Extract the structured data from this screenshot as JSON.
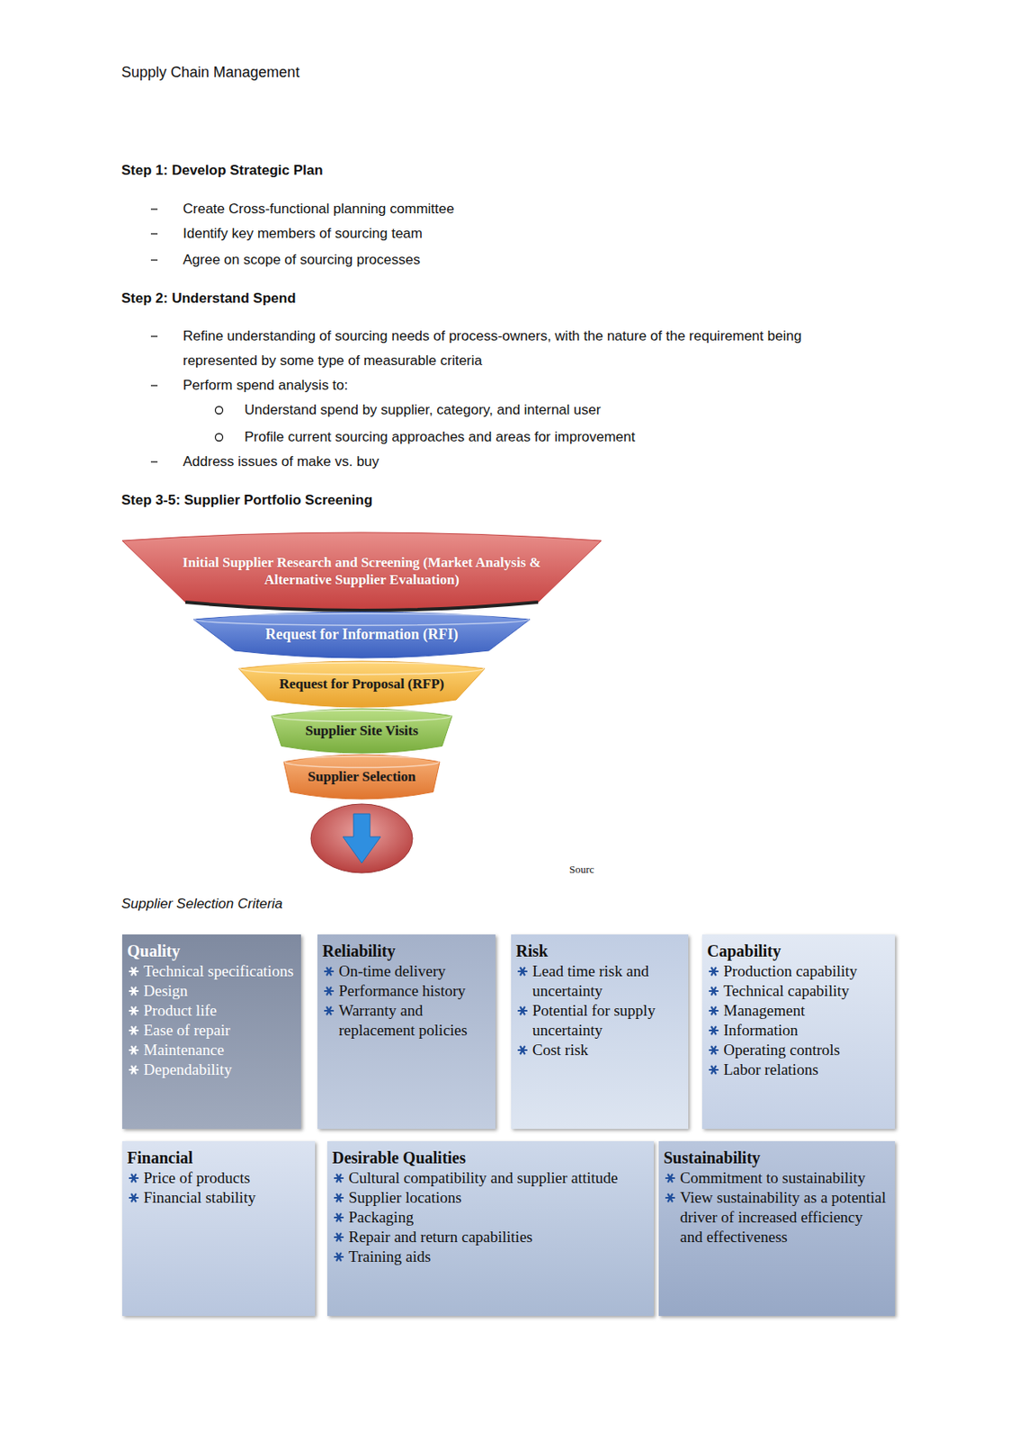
{
  "diagram": {
    "title": "Supply Chain Management",
    "nodes": [
      {
        "text": [
          "Initial Supplier Research and Screening (Market Analysis & Alternative Supplier Evaluation)"
        ]
      },
      {
        "text": [
          "Request for Information (RFI)"
        ]
      },
      {
        "text": [
          "Request for Proposal (RFP)"
        ]
      },
      {
        "text": [
          "Supplier Site Visits"
        ]
      },
      {
        "text": [
          "Supplier Selection"
        ]
      },
      {
        "text": [
          "Quality",
          "Technical specifications",
          "Design",
          "Product life",
          "Ease of repair",
          "Maintenance",
          "Dependability"
        ]
      },
      {
        "text": [
          "Reliability",
          "On-time delivery",
          "Performance history",
          "Warranty and replacement policies"
        ]
      },
      {
        "text": [
          "Risk",
          "Lead time risk and uncertainty",
          "Potential for supply uncertainty",
          "Cost risk"
        ]
      },
      {
        "text": [
          "Capability",
          "Production capability",
          "Technical capability",
          "Management",
          "Information",
          "Operating controls",
          "Labor relations"
        ]
      },
      {
        "text": [
          "Financial",
          "Price of products",
          "Financial stability"
        ]
      },
      {
        "text": [
          "Desirable Qualities",
          "Cultural compatibility and supplier attitude",
          "Supplier locations",
          "Packaging",
          "Repair and return capabilities",
          "Training aids"
        ]
      },
      {
        "text": [
          "Sustainability",
          "Commitment to sustainability",
          "View sustainability as a potential driver of increased efficiency and effectiveness"
        ]
      }
    ],
    "labels": [
      "Step 1: Develop Strategic Plan",
      "Create Cross-functional planning committee",
      "Identify key members of sourcing team",
      "Agree on scope of sourcing processes",
      "Step 2: Understand Spend",
      "Refine understanding of sourcing needs of process-owners, with the nature of the requirement being represented by some type of measurable criteria",
      "Perform spend analysis to:",
      "Understand spend by supplier, category, and internal user",
      "Profile current sourcing approaches and areas for improvement",
      "Address issues of make vs. buy",
      "Step 3-5: Supplier Portfolio Screening",
      "Sourc",
      "Supplier Selection Criteria"
    ]
  }
}
